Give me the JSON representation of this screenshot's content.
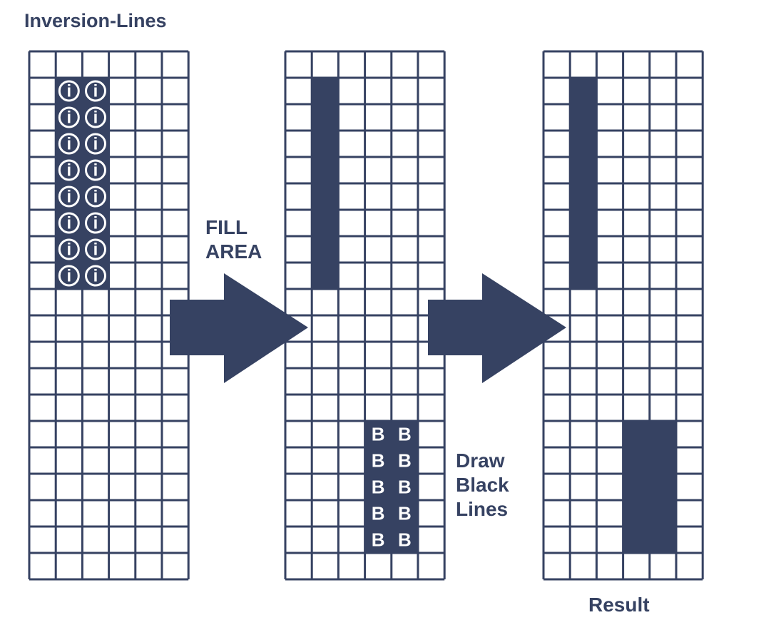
{
  "title": "Inversion-Lines",
  "step_fill": [
    "FILL",
    "AREA"
  ],
  "step_draw": [
    "Draw",
    "Black",
    "Lines"
  ],
  "result_label": "Result",
  "cell_marks": {
    "inversion": "i",
    "black": "B"
  },
  "colors": {
    "ink": "#364262",
    "paper": "#ffffff"
  },
  "grid": {
    "cols": 6,
    "rows": 20
  },
  "panels": [
    {
      "name": "inversion-panel",
      "regions": [
        {
          "kind": "marked",
          "mark": "inversion",
          "cols": [
            1,
            2
          ],
          "rows": [
            1,
            8
          ]
        }
      ]
    },
    {
      "name": "filled-panel",
      "regions": [
        {
          "kind": "filled",
          "cols": [
            1,
            1
          ],
          "rows": [
            1,
            8
          ]
        },
        {
          "kind": "marked",
          "mark": "black",
          "cols": [
            3,
            4
          ],
          "rows": [
            14,
            18
          ]
        }
      ]
    },
    {
      "name": "result-panel",
      "regions": [
        {
          "kind": "filled",
          "cols": [
            1,
            1
          ],
          "rows": [
            1,
            8
          ]
        },
        {
          "kind": "filled",
          "cols": [
            3,
            4
          ],
          "rows": [
            14,
            18
          ]
        }
      ]
    }
  ]
}
